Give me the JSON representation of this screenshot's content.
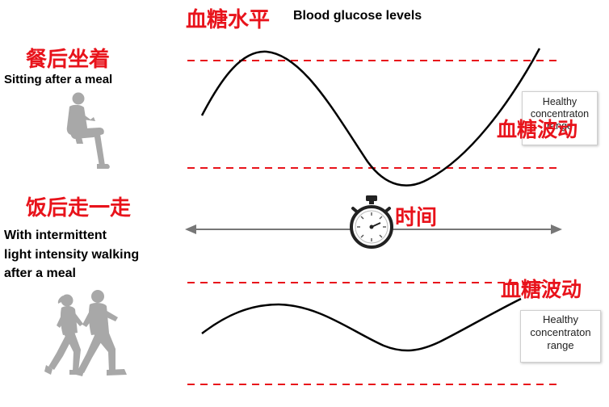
{
  "header": {
    "title_cn": "血糖水平",
    "title_en": "Blood glucose levels"
  },
  "scenario_sitting": {
    "label_cn": "餐后坐着",
    "label_en": "Sitting after a meal",
    "range_box": "Healthy concentraton range",
    "fluctuation_label": "血糖波动"
  },
  "time_axis": {
    "label": "时间",
    "icon": "stopwatch-icon"
  },
  "scenario_walking": {
    "label_cn": "饭后走一走",
    "label_en_lines": [
      "With intermittent",
      "light intensity walking",
      "after a meal"
    ],
    "range_box_lines": [
      "Healthy",
      "concentraton",
      "range"
    ],
    "fluctuation_label": "血糖波动"
  },
  "colors": {
    "accent_red": "#e8131b",
    "dashed_red": "#e8131b",
    "curve": "#000000",
    "axis_gray": "#777777",
    "figure_gray": "#a8a8a8"
  }
}
